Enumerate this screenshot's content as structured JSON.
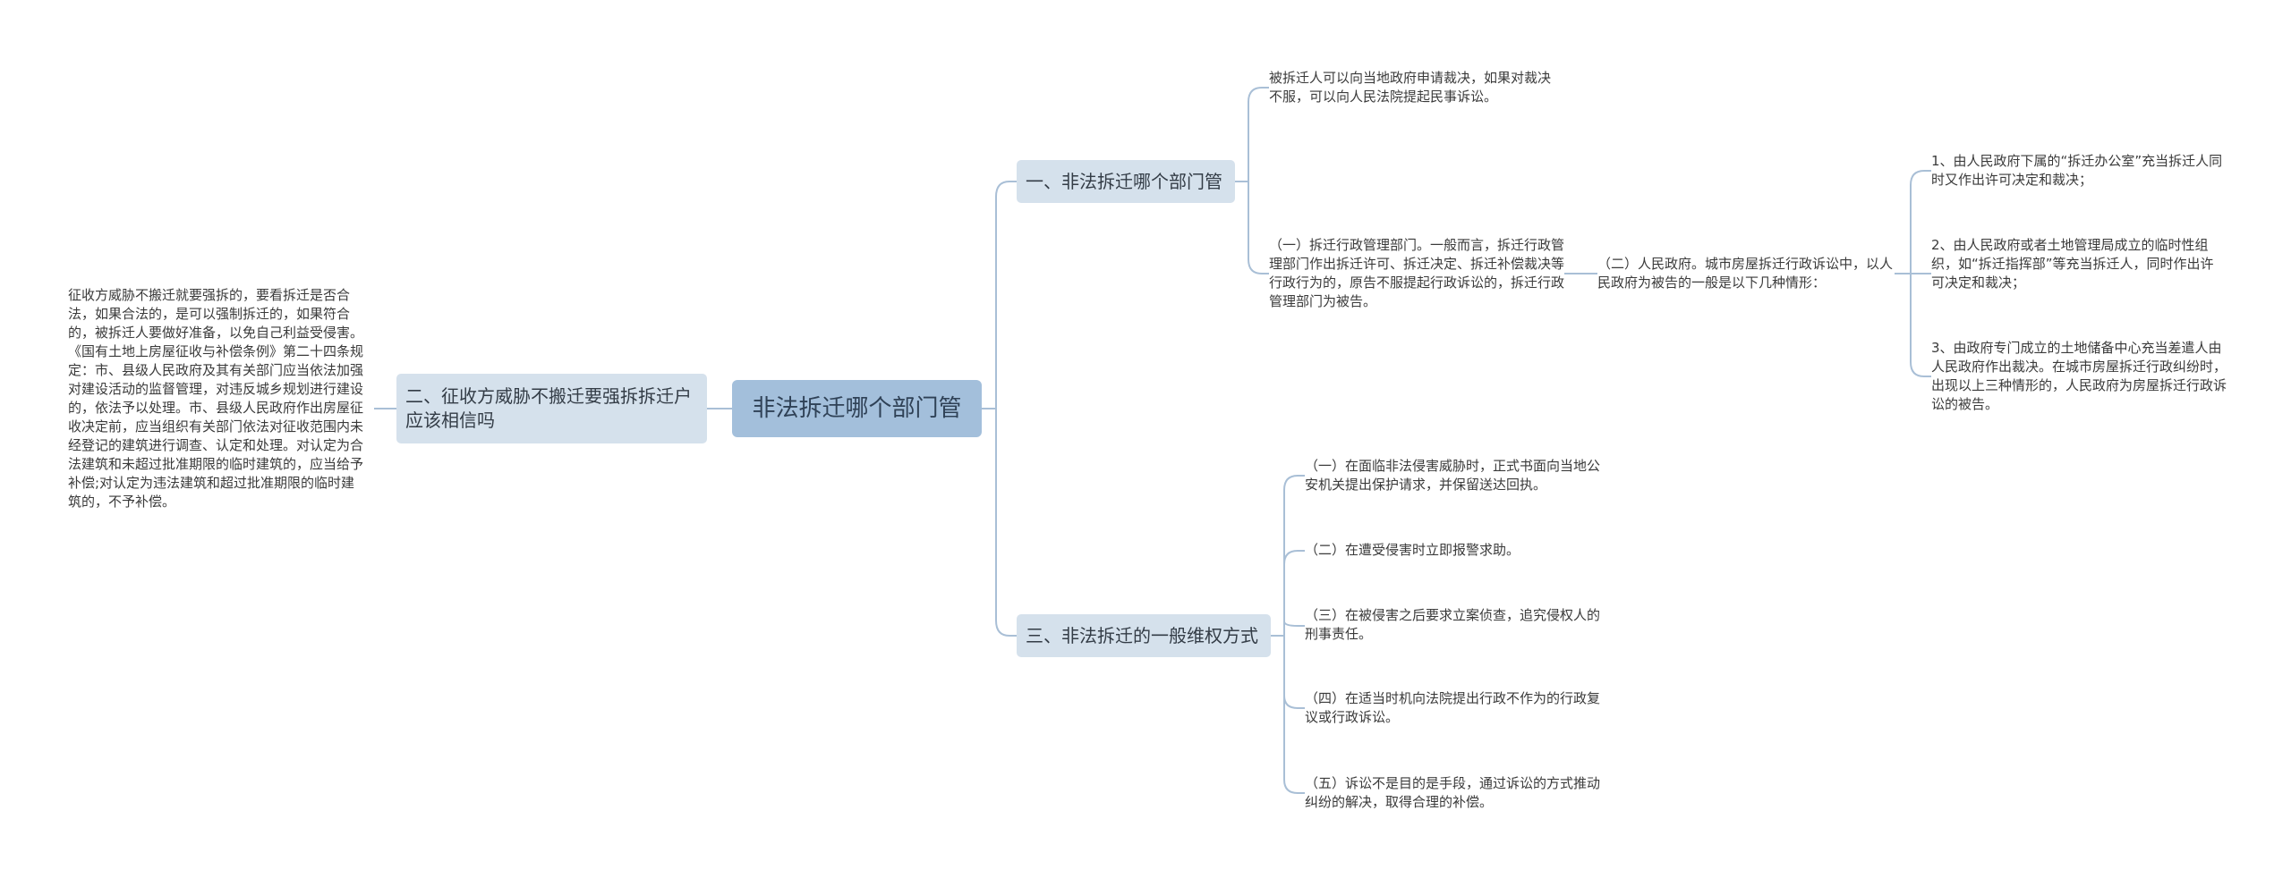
{
  "root": {
    "label": "非法拆迁哪个部门管"
  },
  "branches": {
    "b1": {
      "label": "一、非法拆迁哪个部门管"
    },
    "b2": {
      "label": "二、征收方威胁不搬迁要强拆拆迁户应该相信吗"
    },
    "b3": {
      "label": "三、非法拆迁的一般维权方式"
    }
  },
  "leaves": {
    "b1_a": "被拆迁人可以向当地政府申请裁决，如果对裁决不服，可以向人民法院提起民事诉讼。",
    "b1_b": "（一）拆迁行政管理部门。一般而言，拆迁行政管理部门作出拆迁许可、拆迁决定、拆迁补偿裁决等行政行为的，原告不服提起行政诉讼的，拆迁行政管理部门为被告。",
    "b1_b_c": "（二）人民政府。城市房屋拆迁行政诉讼中，以人民政府为被告的一般是以下几种情形：",
    "b1_b_c_1": "1、由人民政府下属的“拆迁办公室”充当拆迁人同时又作出许可决定和裁决；",
    "b1_b_c_2": "2、由人民政府或者土地管理局成立的临时性组织，如“拆迁指挥部”等充当拆迁人，同时作出许可决定和裁决；",
    "b1_b_c_3": "3、由政府专门成立的土地储备中心充当差遣人由人民政府作出裁决。在城市房屋拆迁行政纠纷时，出现以上三种情形的，人民政府为房屋拆迁行政诉讼的被告。",
    "b2_a": "征收方威胁不搬迁就要强拆的，要看拆迁是否合法，如果合法的，是可以强制拆迁的，如果符合的，被拆迁人要做好准备，以免自己利益受侵害。《国有土地上房屋征收与补偿条例》第二十四条规定：市、县级人民政府及其有关部门应当依法加强对建设活动的监督管理，对违反城乡规划进行建设的，依法予以处理。市、县级人民政府作出房屋征收决定前，应当组织有关部门依法对征收范围内未经登记的建筑进行调查、认定和处理。对认定为合法建筑和未超过批准期限的临时建筑的，应当给予补偿;对认定为违法建筑和超过批准期限的临时建筑的，不予补偿。",
    "b3_1": "（一）在面临非法侵害威胁时，正式书面向当地公安机关提出保护请求，并保留送达回执。",
    "b3_2": "（二）在遭受侵害时立即报警求助。",
    "b3_3": "（三）在被侵害之后要求立案侦查，追究侵权人的刑事责任。",
    "b3_4": "（四）在适当时机向法院提出行政不作为的行政复议或行政诉讼。",
    "b3_5": "（五）诉讼不是目的是手段，通过诉讼的方式推动纠纷的解决，取得合理的补偿。"
  },
  "colors": {
    "root_fill": "#a3bfdb",
    "branch_fill": "#d5e1ec",
    "connector": "#a9bfd6",
    "text": "#3a3a3a"
  }
}
